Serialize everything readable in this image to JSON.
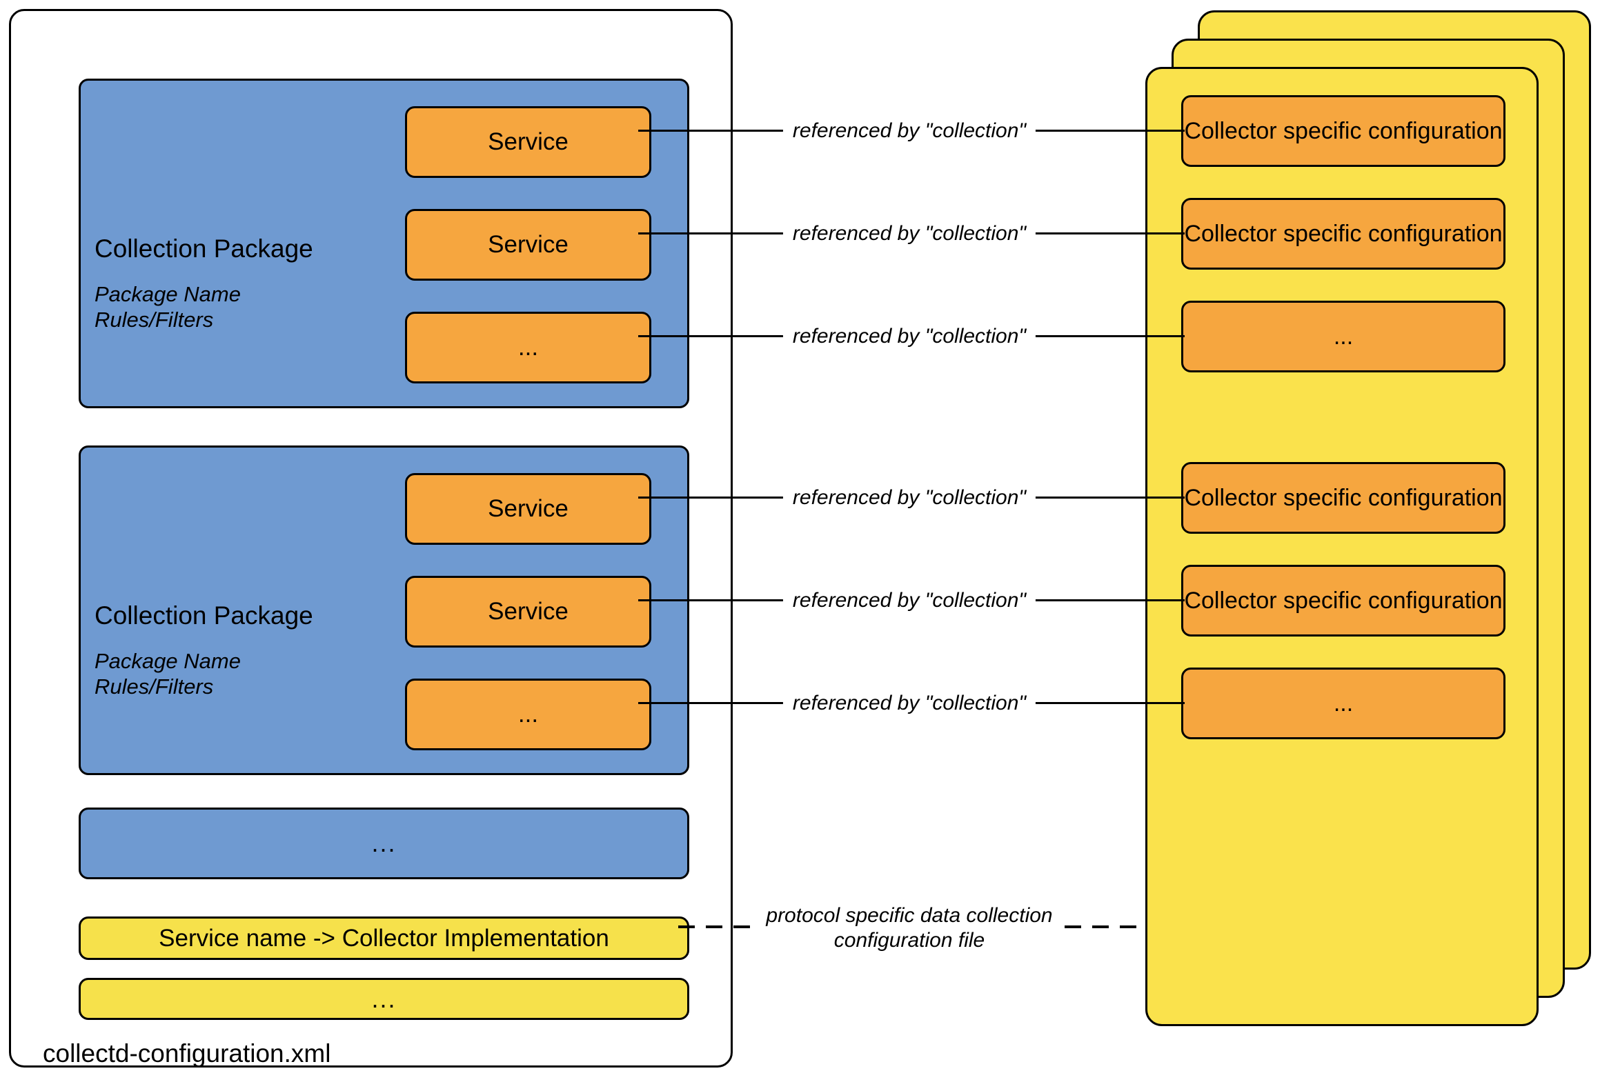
{
  "file_label": "collectd-configuration.xml",
  "reference_label": "referenced by \"collection\"",
  "protocol_note": {
    "line1": "protocol specific data collection",
    "line2": "configuration file"
  },
  "packages": [
    {
      "title": "Collection Package",
      "package_name_label": "Package Name",
      "rules_filters_label": "Rules/Filters",
      "services": [
        "Service",
        "Service",
        "..."
      ]
    },
    {
      "title": "Collection Package",
      "package_name_label": "Package Name",
      "rules_filters_label": "Rules/Filters",
      "services": [
        "Service",
        "Service",
        "..."
      ]
    }
  ],
  "more_packages_label": "...",
  "mapping_label": "Service name -> Collector Implementation",
  "more_mappings_label": "...",
  "collector_configs": [
    "Collector specific configuration",
    "Collector specific configuration",
    "...",
    "Collector specific configuration",
    "Collector specific configuration",
    "..."
  ],
  "colors": {
    "package_blue": "#6F9AD1",
    "service_orange": "#F6A63F",
    "file_yellow": "#FAE24C",
    "mapping_yellow": "#F6E14B",
    "stroke": "#000000",
    "background": "#FFFFFF"
  }
}
